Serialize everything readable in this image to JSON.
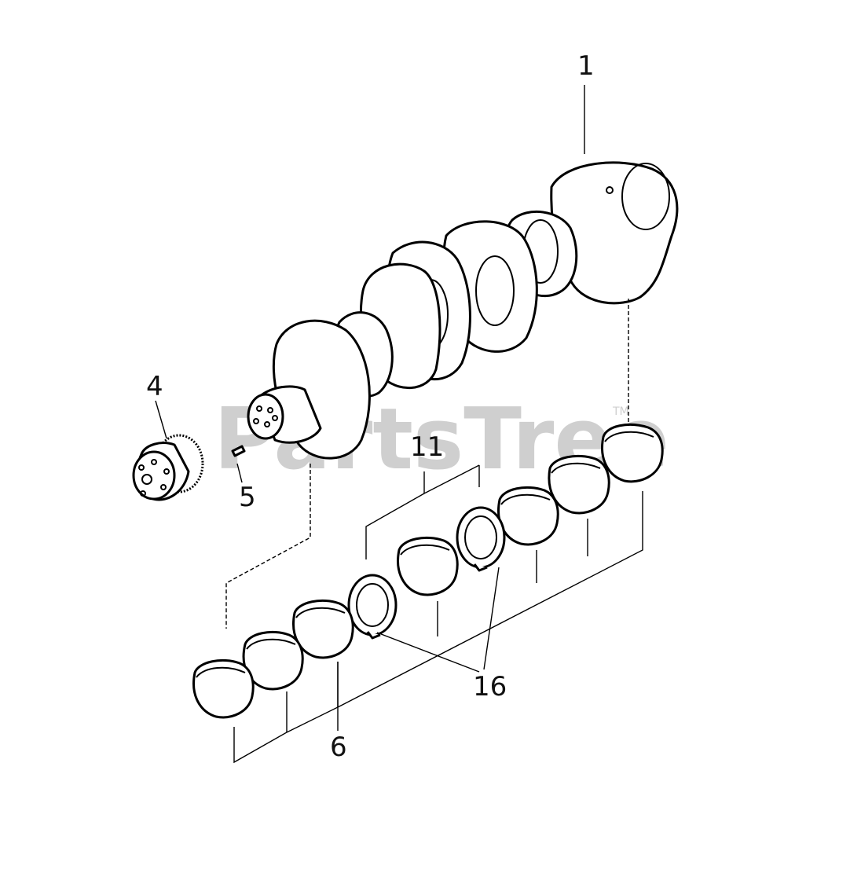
{
  "watermark": {
    "text": "PartsTree",
    "trademark": "TM"
  },
  "callouts": {
    "crankshaft": "1",
    "gear": "4",
    "pin": "5",
    "bearing": "6",
    "thrust_bearing": "11",
    "thrust_washer": "16"
  },
  "colors": {
    "line": "#000000",
    "background": "#ffffff",
    "watermark": "#cfcfcf"
  }
}
